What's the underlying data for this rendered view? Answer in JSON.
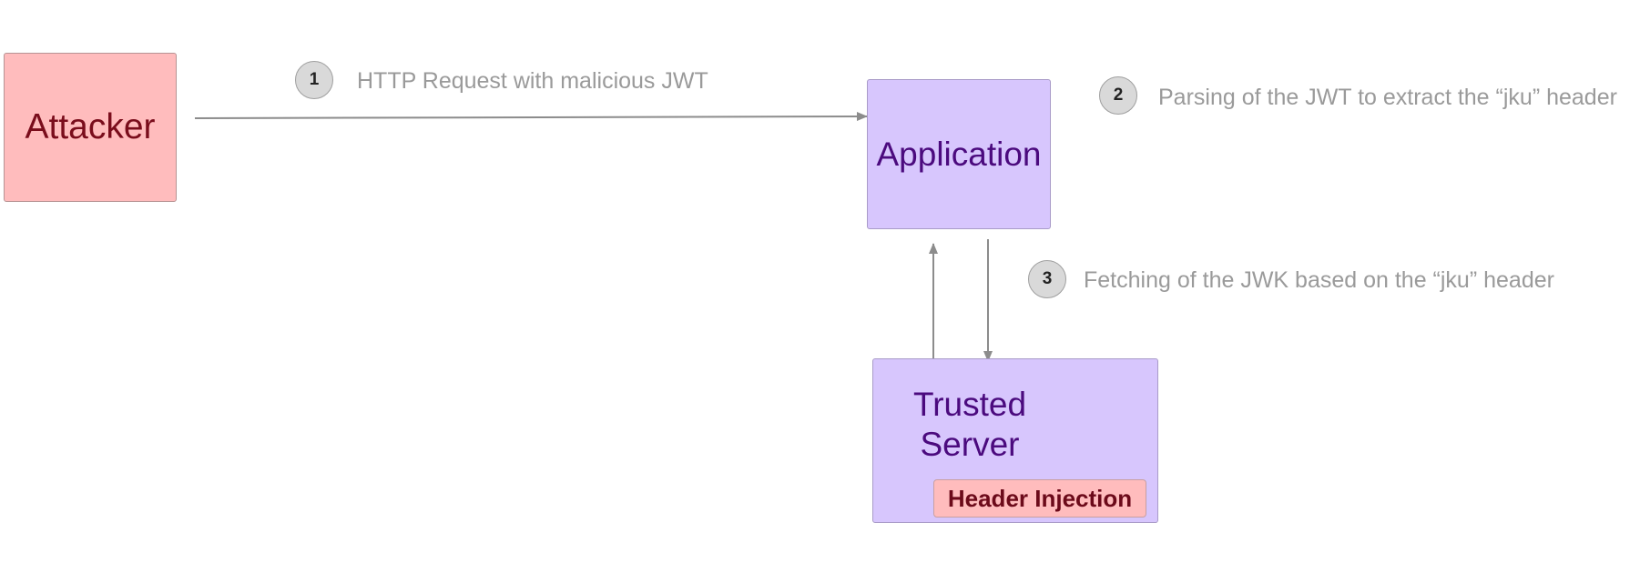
{
  "nodes": {
    "attacker": "Attacker",
    "application": "Application",
    "trusted_server": "Trusted\nServer",
    "header_injection": "Header Injection"
  },
  "steps": [
    {
      "number": "1",
      "text": "HTTP Request with malicious JWT"
    },
    {
      "number": "2",
      "text": "Parsing of the JWT to extract the “jku” header"
    },
    {
      "number": "3",
      "text": "Fetching of the JWK based on the “jku” header"
    }
  ],
  "colors": {
    "attacker_fill": "#ffbcbd",
    "node_fill": "#d7c6fd",
    "arrow": "#8c8c8c",
    "step_text": "#9a9a9a"
  }
}
